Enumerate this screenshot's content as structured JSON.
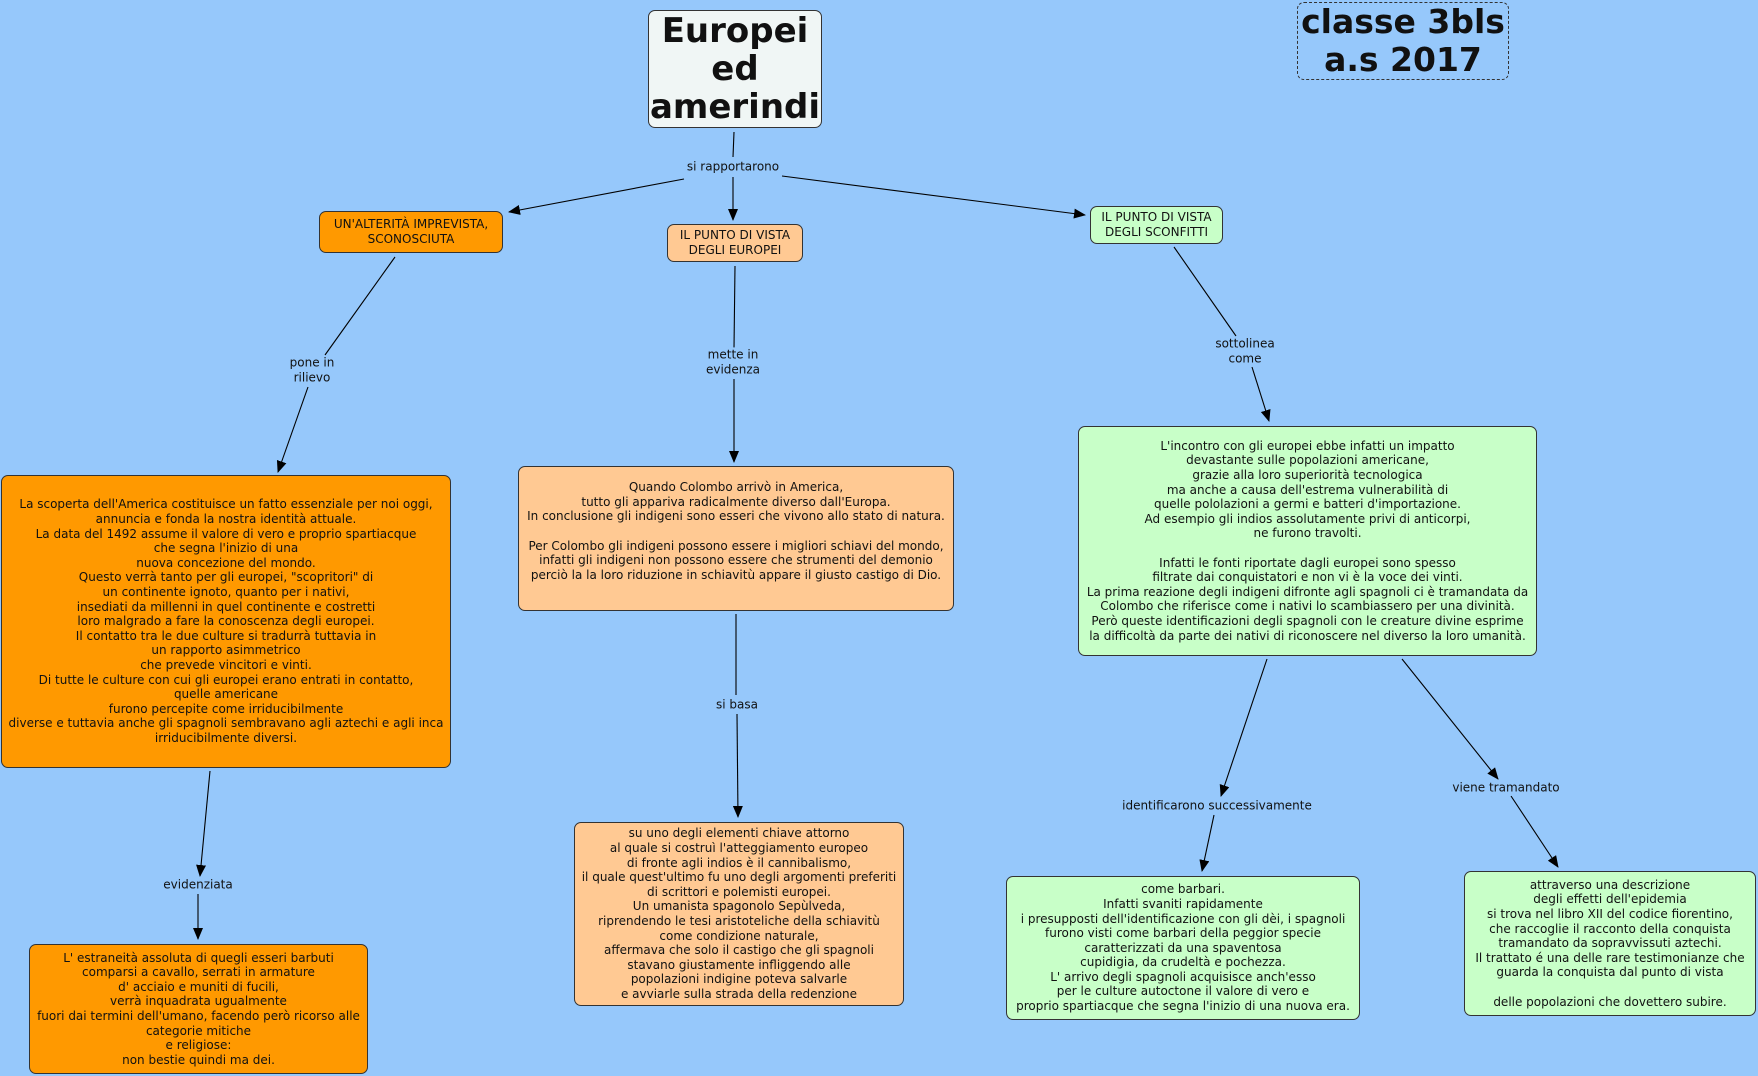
{
  "colors": {
    "background": "#96c8fb",
    "orange": "#ff9900",
    "peach": "#ffc993",
    "green": "#c8ffc8"
  },
  "title": "Europei\ned\namerindi",
  "classe": "classe 3bls\na.s 2017",
  "concepts": {
    "alterita": "UN'ALTERITÀ IMPREVISTA,\nSCONOSCIUTA",
    "europei": "IL PUNTO DI VISTA\nDEGLI EUROPEI",
    "sconfitti": "IL PUNTO DI VISTA\nDEGLI SCONFITTI",
    "scoperta": "La scoperta dell'America costituisce un fatto essenziale per noi oggi,\nannuncia e fonda la nostra identità attuale.\nLa data del 1492 assume il valore di vero e proprio spartiacque\nche segna l'inizio di una\nnuova concezione del mondo.\nQuesto verrà tanto per gli europei, \"scopritori\" di\nun continente ignoto, quanto per i nativi,\ninsediati da millenni in quel continente e costretti\nloro malgrado a fare la conoscenza degli europei.\nIl contatto tra le due culture si tradurrà tuttavia in\nun rapporto asimmetrico\nche prevede vincitori e vinti.\nDi tutte le culture con cui gli europei erano entrati in contatto,\nquelle americane\nfurono percepite come irriducibilmente\ndiverse e tuttavia anche gli spagnoli sembravano agli aztechi e agli inca\nirriducibilmente diversi.",
    "colombo": "Quando Colombo arrivò in America,\ntutto gli appariva radicalmente diverso dall'Europa.\nIn conclusione gli indigeni sono esseri che vivono allo stato di natura.\n\nPer Colombo gli indigeni possono essere i migliori schiavi del mondo,\ninfatti gli indigeni non possono essere che strumenti del demonio\nperciò la la loro riduzione in schiavitù appare il giusto castigo di Dio.\n\n",
    "incontro": "L'incontro con gli europei ebbe infatti un impatto\ndevastante sulle popolazioni americane,\ngrazie alla loro superiorità tecnologica\nma anche a causa dell'estrema vulnerabilità di\nquelle pololazioni a germi e batteri d'importazione.\nAd esempio gli indios assolutamente privi di anticorpi,\nne furono travolti.\n\nInfatti le fonti riportate dagli europei sono spesso\nfiltrate dai conquistatori e non vi è la voce dei vinti.\nLa prima reazione degli indigeni difronte agli spagnoli ci è tramandata da\nColombo che riferisce come i nativi lo scambiassero per una divinità.\nPerò queste identificazioni degli spagnoli con le creature divine esprime\nla difficoltà da parte dei nativi di riconoscere nel diverso la loro umanità.",
    "cannibalismo": "su uno degli elementi chiave attorno\nal quale si costruì l'atteggiamento europeo\ndi fronte agli indios è il cannibalismo,\nil quale quest'ultimo fu uno degli argomenti preferiti\ndi scrittori e polemisti europei.\nUn umanista spagonolo Sepùlveda,\nriprendendo le tesi aristoteliche della schiavitù\ncome condizione naturale,\naffermava che solo il castigo che gli spagnoli\nstavano giustamente infliggendo alle\npopolazioni indigine poteva salvarle\ne avviarle sulla strada della redenzione",
    "estraneita": "L' estraneità assoluta di quegli esseri barbuti\ncomparsi a cavallo, serrati in armature\nd' acciaio e muniti di fucili,\nverrà inquadrata ugualmente\nfuori dai termini dell'umano, facendo però ricorso alle\ncategorie mitiche\ne religiose:\nnon bestie quindi ma dei.",
    "barbari": "come barbari.\nInfatti svaniti rapidamente\ni presupposti dell'identificazione con gli dèi, i spagnoli\nfurono visti come barbari della peggior specie\ncaratterizzati da una spaventosa\ncupidigia, da crudeltà e pochezza.\nL' arrivo degli spagnoli acquisisce anch'esso\nper le culture autoctone il valore di vero e\nproprio spartiacque che segna l'inizio di una nuova era.",
    "epidemia": "attraverso una descrizione\ndegli effetti dell'epidemia\nsi trova nel libro XII del codice fiorentino,\nche raccoglie il racconto della conquista\ntramandato da sopravvissuti aztechi.\nIl trattato é una delle rare testimonianze che\nguarda la conquista dal punto di vista\n\ndelle popolazioni che dovettero subire."
  },
  "links": {
    "si_rapportarono": "si rapportarono",
    "pone_in_rilievo": "pone in\nrilievo",
    "mette_in_evidenza": "mette in\nevidenza",
    "sottolinea_come": "sottolinea\ncome",
    "si_basa": "si basa",
    "evidenziata": "evidenziata",
    "identificarono": "identificarono successivamente",
    "viene_tramandato": "viene tramandato"
  }
}
